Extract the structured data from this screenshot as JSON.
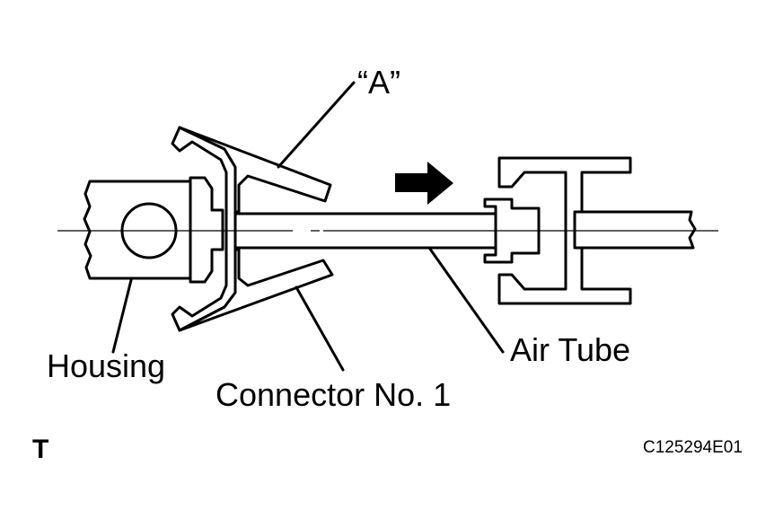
{
  "labels": {
    "a": "“A”",
    "housing": "Housing",
    "connector": "Connector No. 1",
    "air_tube": "Air Tube",
    "corner_mark": "T",
    "figure_code": "C125294E01"
  },
  "icons": {
    "direction": "right-arrow-icon"
  }
}
